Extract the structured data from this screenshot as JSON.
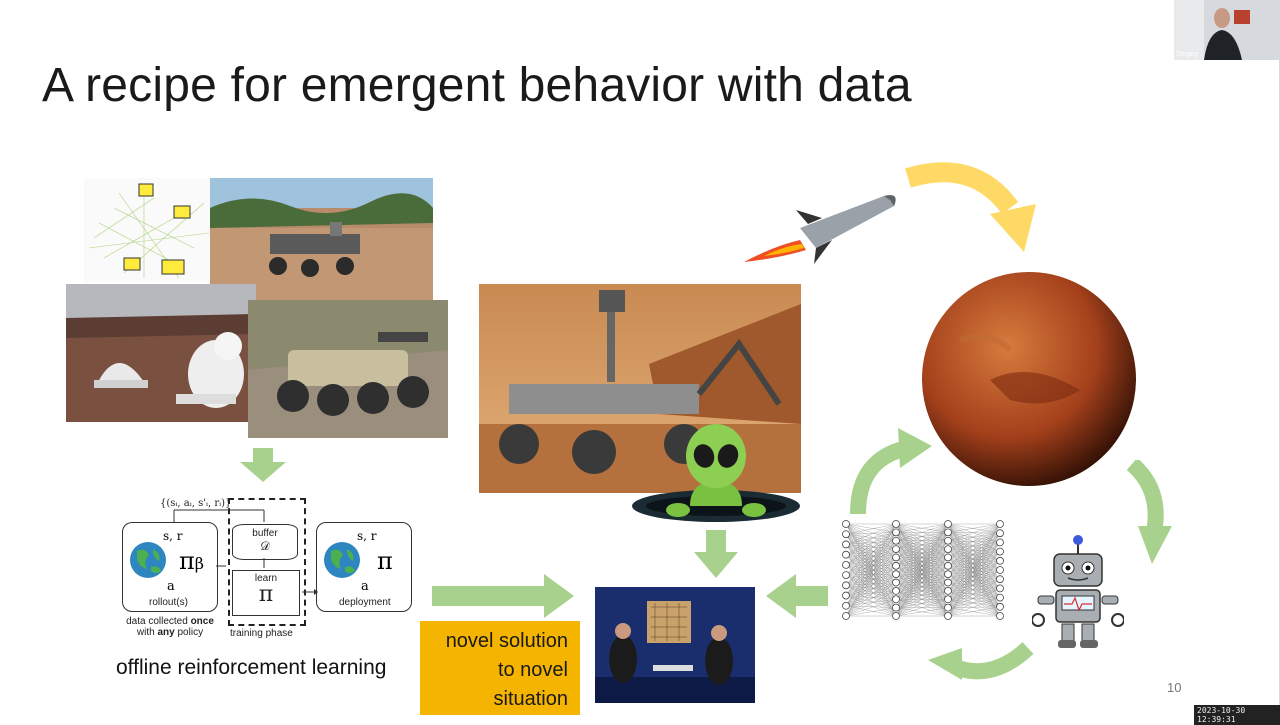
{
  "slide": {
    "title": "A recipe for emergent behavior with data",
    "page_number": "10",
    "timestamp": "2023-10-30 12:39:31",
    "webcam_name": "Sergey"
  },
  "offline_rl": {
    "caption": "offline reinforcement learning",
    "tuple": "{(sᵢ, aᵢ, s'ᵢ, rᵢ)}",
    "left_box": {
      "state": "s, r",
      "pi": "π",
      "beta": "β",
      "action": "a",
      "label": "rollout(s)"
    },
    "buffer": {
      "title": "buffer",
      "symbol": "𝒟",
      "learn": "learn",
      "pi": "π",
      "label": "training phase"
    },
    "right_box": {
      "state": "s, r",
      "pi": "π",
      "action": "a",
      "label": "deployment"
    },
    "note_line1_a": "data collected ",
    "note_line1_b": "once",
    "note_line2_a": "with ",
    "note_line2_b": "any",
    "note_line2_c": " policy"
  },
  "callout": {
    "line1": "novel solution",
    "line2": "to novel",
    "line3": "situation"
  },
  "colors": {
    "arrow_green": "#a9d18e",
    "arrow_yellow": "#ffd966",
    "callout": "#f5b400",
    "mars": "#b5451b",
    "alien": "#7ac142"
  }
}
